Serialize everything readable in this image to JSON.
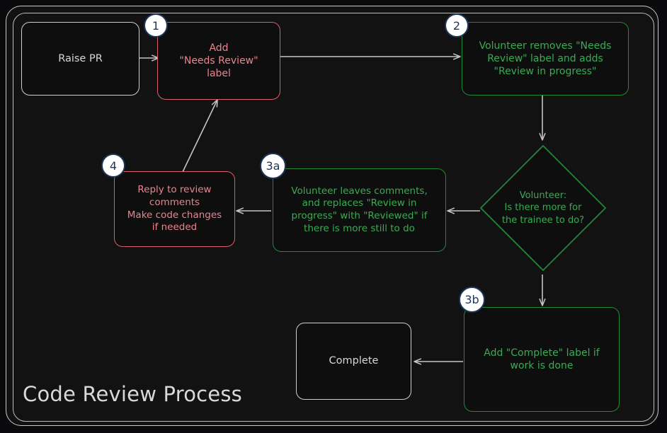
{
  "diagram": {
    "title": "Code Review Process",
    "colors": {
      "page_background": "#0a0a0c",
      "frame_background": "#121212",
      "frame_border": "#c9c9c9",
      "plain_node_border": "#cfcfcf",
      "plain_node_text": "#d8d8d8",
      "red_node_border": "#d8606d",
      "red_node_text": "#e8848f",
      "green_node_border": "#1f8a38",
      "green_node_text": "#3aab52",
      "badge_background": "#ffffff",
      "badge_border": "#1d3557",
      "badge_text": "#1d3557",
      "connector": "#c4c4c4"
    },
    "nodes": [
      {
        "id": "raise-pr",
        "label": "Raise PR",
        "style": "plain",
        "badge": null
      },
      {
        "id": "add-needs-review",
        "label": "Add\n\"Needs Review\"\nlabel",
        "style": "red",
        "badge": "1"
      },
      {
        "id": "volunteer-takes",
        "label": "Volunteer removes \"Needs\nReview\" label and adds\n\"Review in progress\"",
        "style": "green",
        "badge": "2"
      },
      {
        "id": "decision-more",
        "label": "Volunteer:\nIs there more for\nthe trainee to do?",
        "style": "diamond",
        "badge": null
      },
      {
        "id": "volunteer-comments",
        "label": "Volunteer leaves comments,\nand replaces \"Review in\nprogress\" with \"Reviewed\" if\nthere is more still to do",
        "style": "green",
        "badge": "3a"
      },
      {
        "id": "reply-to-review",
        "label": "Reply to review\ncomments\nMake code changes\nif needed",
        "style": "red",
        "badge": "4"
      },
      {
        "id": "add-complete",
        "label": "Add \"Complete\" label if\nwork is done",
        "style": "green",
        "badge": "3b"
      },
      {
        "id": "complete",
        "label": "Complete",
        "style": "plain",
        "badge": null
      }
    ],
    "edges": [
      {
        "from": "raise-pr",
        "to": "add-needs-review"
      },
      {
        "from": "add-needs-review",
        "to": "volunteer-takes"
      },
      {
        "from": "volunteer-takes",
        "to": "decision-more"
      },
      {
        "from": "decision-more",
        "to": "volunteer-comments"
      },
      {
        "from": "volunteer-comments",
        "to": "reply-to-review"
      },
      {
        "from": "reply-to-review",
        "to": "add-needs-review"
      },
      {
        "from": "decision-more",
        "to": "add-complete"
      },
      {
        "from": "add-complete",
        "to": "complete"
      }
    ]
  }
}
